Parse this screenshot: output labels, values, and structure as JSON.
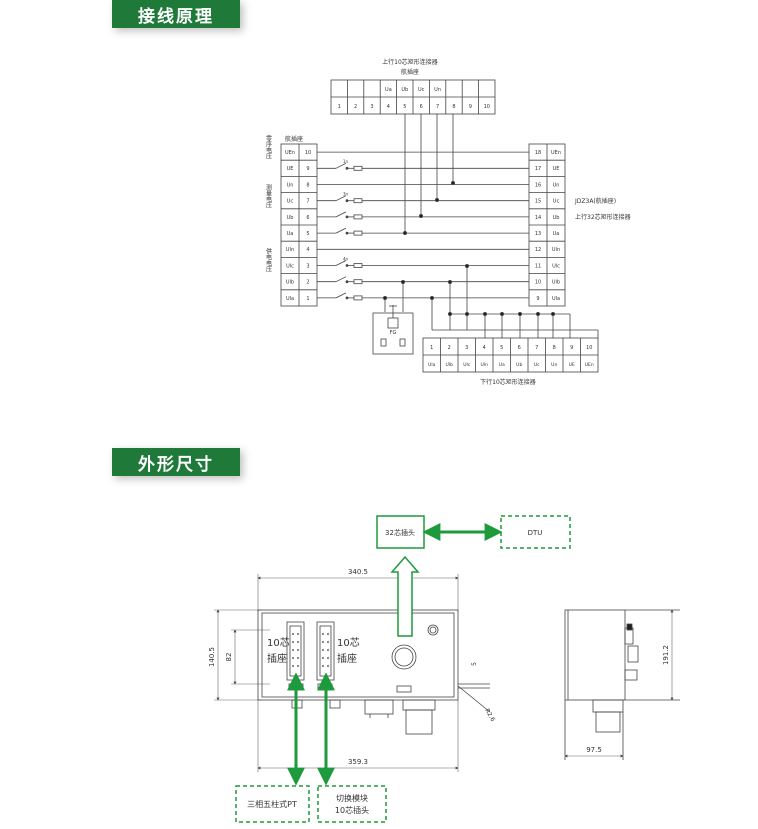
{
  "sections": {
    "wiring_title": "接线原理",
    "dimension_title": "外形尺寸"
  },
  "wiring": {
    "top_connector_title": "上行10芯矩形连接器",
    "top_connector_subtitle": "航插座",
    "top_signals": [
      "",
      "",
      "",
      "Ua",
      "Ub",
      "Uc",
      "Un",
      "",
      "",
      ""
    ],
    "top_pins": [
      "1",
      "2",
      "3",
      "4",
      "5",
      "6",
      "7",
      "8",
      "9",
      "10"
    ],
    "left_connector_title": "航插座",
    "left_labels": [
      {
        "label": "UEn",
        "pin": "10"
      },
      {
        "label": "UE",
        "pin": "9"
      },
      {
        "label": "Un",
        "pin": "8"
      },
      {
        "label": "Uc",
        "pin": "7"
      },
      {
        "label": "Ub",
        "pin": "6"
      },
      {
        "label": "Ua",
        "pin": "5"
      },
      {
        "label": "Uln",
        "pin": "4"
      },
      {
        "label": "Ulc",
        "pin": "3"
      },
      {
        "label": "Ulb",
        "pin": "2"
      },
      {
        "label": "Ula",
        "pin": "1"
      }
    ],
    "group_labels": [
      "零序电压",
      "测量电压",
      "供电电压"
    ],
    "switch_labels": [
      "1n",
      "3n",
      "4n"
    ],
    "right_pins": [
      {
        "pin": "18",
        "label": "UEn"
      },
      {
        "pin": "17",
        "label": "UE"
      },
      {
        "pin": "16",
        "label": "Un"
      },
      {
        "pin": "15",
        "label": "Uc"
      },
      {
        "pin": "14",
        "label": "Ub"
      },
      {
        "pin": "13",
        "label": "Ua"
      },
      {
        "pin": "12",
        "label": "Uln"
      },
      {
        "pin": "11",
        "label": "Ulc"
      },
      {
        "pin": "10",
        "label": "Ulb"
      },
      {
        "pin": "9",
        "label": "Ula"
      }
    ],
    "right_note_1": "JDZ3A(航插座)",
    "right_note_2": "上行32芯矩形连接器",
    "fg_label": "FG",
    "bottom_pins": [
      "1",
      "2",
      "3",
      "4",
      "5",
      "6",
      "7",
      "8",
      "9",
      "10"
    ],
    "bottom_signals": [
      "Ula",
      "Ulb",
      "Ulc",
      "Uln",
      "Ua",
      "Ub",
      "Uc",
      "Un",
      "UE",
      "UEn"
    ],
    "bottom_connector_title": "下行10芯矩形连接器"
  },
  "dimensions": {
    "plug32": "32芯插头",
    "dtu": "DTU",
    "socket_left": [
      "10芯",
      "插座"
    ],
    "socket_right": [
      "10芯",
      "插座"
    ],
    "pt": "三相五柱式PT",
    "switch_plug": [
      "切换模块",
      "10芯插头"
    ],
    "dim_top": "340.5",
    "dim_bottom": "359.3",
    "dim_left_outer": "140.5",
    "dim_left_inner": "82",
    "dim_small": "5",
    "dim_angle": "R2.6",
    "dim_side_height": "191.2",
    "dim_side_width": "97.5"
  },
  "colors": {
    "banner": "#1f7a3a",
    "green_line": "#1d9a3c",
    "drawing": "#444444"
  }
}
